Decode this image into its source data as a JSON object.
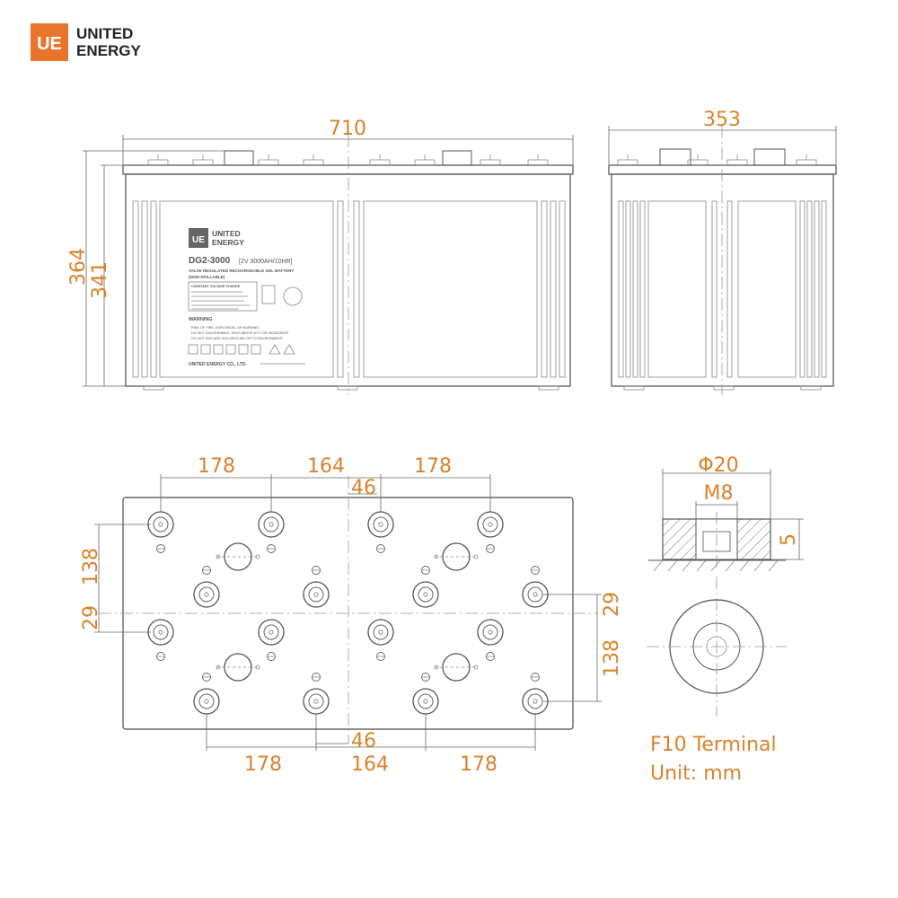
{
  "brand": {
    "logo_mark": "UE",
    "name_line1": "UNITED",
    "name_line2": "ENERGY",
    "accent_color": "#e8752b"
  },
  "label": {
    "model": "DG2-3000",
    "rating": "[2V 3000AH/10HR]",
    "desc_line1": "VALVE REGULATED RECHARGEABLE GEL BATTERY",
    "desc_line2": "(NON-SPILLABLE)",
    "charge_title": "CONSTANT VOLTAGE CHARGE",
    "warning_title": "WARNING",
    "warn_1": "RISK OF FIRE, EXPLOSION, OR BURNING",
    "warn_2": "DO NOT DISASSEMBLE, HEAT ABOVE 60°C OR INCINERATE",
    "warn_3": "DO NOT DISCARD IN A USED BIN OR TO ENVIRONMENT",
    "company": "UNITED ENERGY CO., LTD."
  },
  "dimensions": {
    "length": "710",
    "width": "353",
    "total_height": "364",
    "container_height": "341",
    "top_spacing_1": "178",
    "top_spacing_2": "164",
    "top_spacing_3": "178",
    "top_offset": "46",
    "left_row_spacing": "138",
    "left_offset": "29",
    "right_offset": "29",
    "right_row_spacing": "138",
    "bottom_offset": "46",
    "bottom_spacing_1": "178",
    "bottom_spacing_2": "164",
    "bottom_spacing_3": "178",
    "terminal_diameter": "Φ20",
    "terminal_thread": "M8",
    "terminal_height": "5"
  },
  "notes": {
    "terminal_type": "F10 Terminal",
    "unit": "Unit: mm"
  }
}
